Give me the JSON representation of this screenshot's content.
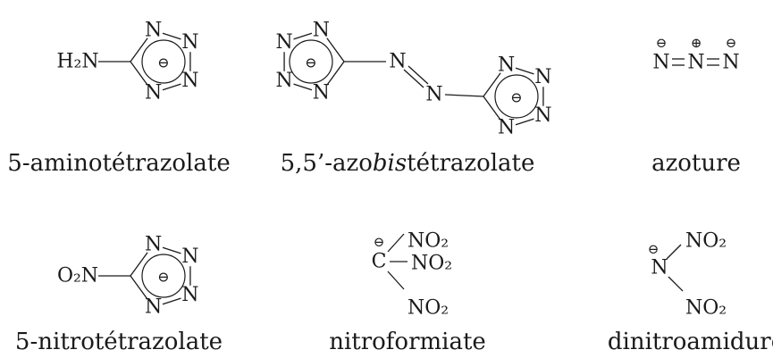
{
  "atoms": {
    "N": "N",
    "C": "C",
    "H2N": "H₂N",
    "O2N": "O₂N",
    "NO2": "NO₂",
    "minus": "⊖",
    "plus": "⊕"
  },
  "captions": {
    "aminotetrazolate": "5-aminotétrazolate",
    "azobis_pre": "5,5’-azo",
    "azobis_it": "bis",
    "azobis_post": "tétrazolate",
    "azoture": "azoture",
    "nitrotetrazolate": "5-nitrotétrazolate",
    "nitroformiate": "nitroformiate",
    "dinitroamidure": "dinitroamidure"
  },
  "colors": {
    "ink": "#1a1a1a",
    "background": "#ffffff"
  }
}
